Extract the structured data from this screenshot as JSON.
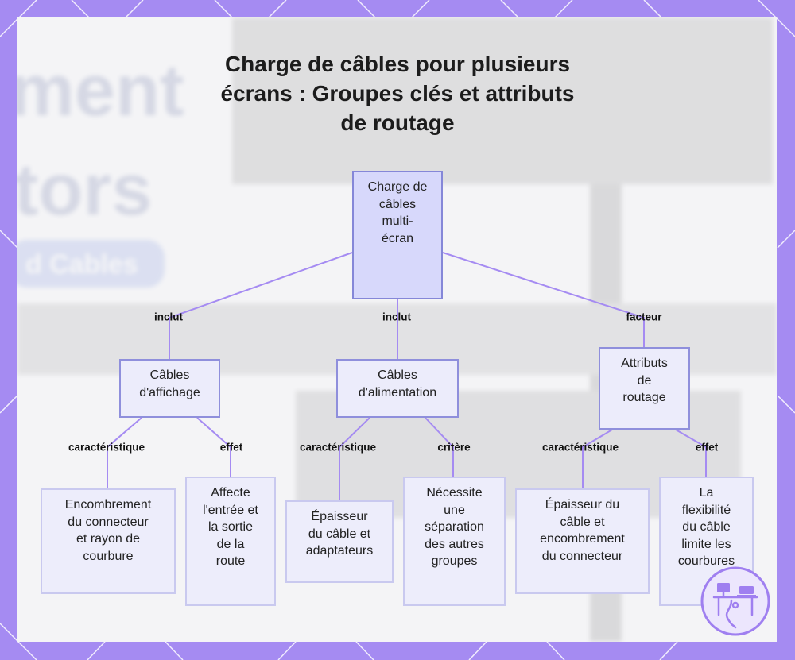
{
  "title_lines": [
    "Charge de câbles pour plusieurs",
    "écrans : Groupes clés et attributs",
    "de routage"
  ],
  "nodes": {
    "root": [
      "Charge de",
      "câbles",
      "multi-",
      "écran"
    ],
    "display": [
      "Câbles",
      "d'affichage"
    ],
    "power": [
      "Câbles",
      "d'alimentation"
    ],
    "routing": [
      "Attributs",
      "de",
      "routage"
    ],
    "display_char": [
      "Encombrement",
      "du connecteur",
      "et rayon de",
      "courbure"
    ],
    "display_effect": [
      "Affecte",
      "l'entrée et",
      "la sortie",
      "de la",
      "route"
    ],
    "power_char": [
      "Épaisseur",
      "du câble et",
      "adaptateurs"
    ],
    "power_crit": [
      "Nécessite",
      "une",
      "séparation",
      "des autres",
      "groupes"
    ],
    "routing_char": [
      "Épaisseur du",
      "câble et",
      "encombrement",
      "du connecteur"
    ],
    "routing_effect": [
      "La",
      "flexibilité",
      "du câble",
      "limite les",
      "courbures"
    ]
  },
  "edge_labels": {
    "root_display": "inclut",
    "root_power": "inclut",
    "root_routing": "facteur",
    "display_char": "caractéristique",
    "display_effect": "effet",
    "power_char": "caractéristique",
    "power_crit": "critère",
    "routing_char": "caractéristique",
    "routing_effect": "effet"
  },
  "background_words": [
    "ment",
    "itors",
    "d Cables"
  ],
  "colors": {
    "frame": "#a58bf2",
    "edge": "#a58bf2",
    "root_fill": "#d7d8fb",
    "node_fill": "#ececfb",
    "node_border": "#8f8fdc"
  },
  "logo_icon": "desk-cable-logo-icon"
}
